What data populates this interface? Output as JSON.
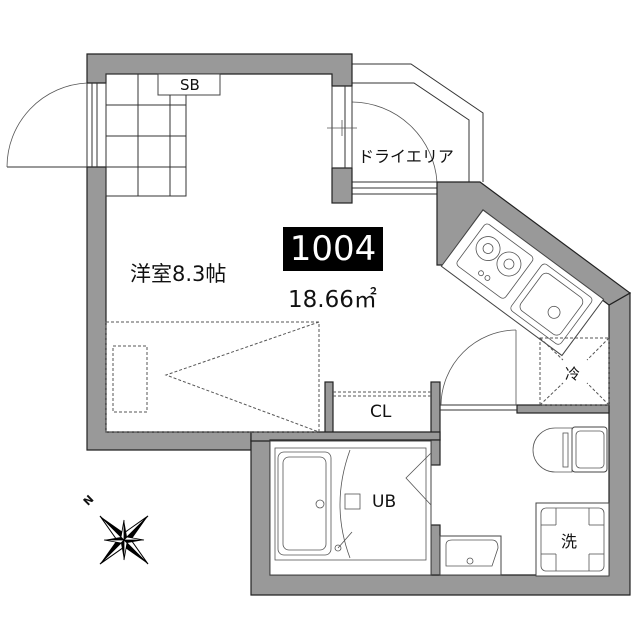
{
  "plan": {
    "unit_number": "1004",
    "area": "18.66㎡",
    "rooms": {
      "western_room": "洋室8.3帖",
      "shoe_box": "SB",
      "dry_area": "ドライエリア",
      "closet": "CL",
      "unit_bath": "UB",
      "fridge": "冷",
      "washer": "洗"
    },
    "compass": {
      "label": "N"
    },
    "colors": {
      "wall": "#999999",
      "outline": "#222222",
      "badge_bg": "#000000",
      "badge_text": "#ffffff"
    }
  }
}
